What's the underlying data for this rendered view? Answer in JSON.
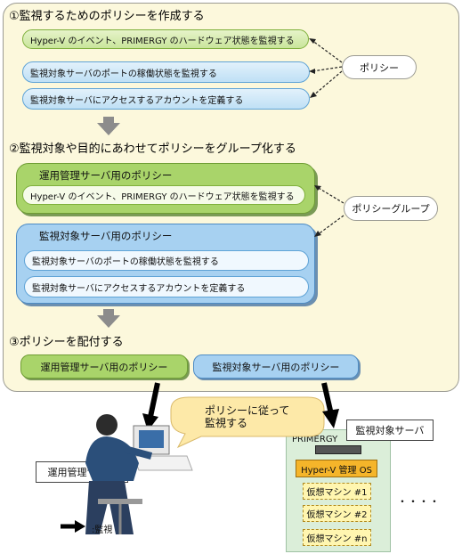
{
  "colors": {
    "panel_bg": "#fcf8dc",
    "green": "#a9d46a",
    "blue": "#a7d1f1",
    "os_orange": "#f5b52a",
    "vm_yellow": "#fff6b0"
  },
  "step1": {
    "title": "①監視するためのポリシーを作成する",
    "policies": [
      "Hyper-V のイベント、PRIMERGY のハードウェア状態を監視する",
      "監視対象サーバのポートの稼働状態を監視する",
      "監視対象サーバにアクセスするアカウントを定義する"
    ],
    "callout": "ポリシー"
  },
  "step2": {
    "title": "②監視対象や目的にあわせてポリシーをグループ化する",
    "group_green": {
      "title": "運用管理サーバ用のポリシー",
      "items": [
        "Hyper-V のイベント、PRIMERGY のハードウェア状態を監視する"
      ]
    },
    "group_blue": {
      "title": "監視対象サーバ用のポリシー",
      "items": [
        "監視対象サーバのポートの稼働状態を監視する",
        "監視対象サーバにアクセスするアカウントを定義する"
      ]
    },
    "callout": "ポリシーグループ"
  },
  "step3": {
    "title": "③ポリシーを配付する",
    "green_label": "運用管理サーバ用のポリシー",
    "blue_label": "監視対象サーバ用のポリシー"
  },
  "bottom": {
    "speech": [
      "ポリシーに従って",
      "監視する"
    ],
    "mgmt_server_label": "運用管理サーバ",
    "target_server_label": "監視対象サーバ",
    "primergy": "PRIMERGY",
    "hyperv_os": "Hyper-V 管理 OS",
    "vms": [
      "仮想マシン #1",
      "仮想マシン #2",
      "仮想マシン #n"
    ],
    "ellipsis": "・・・・",
    "legend": ":監視"
  }
}
